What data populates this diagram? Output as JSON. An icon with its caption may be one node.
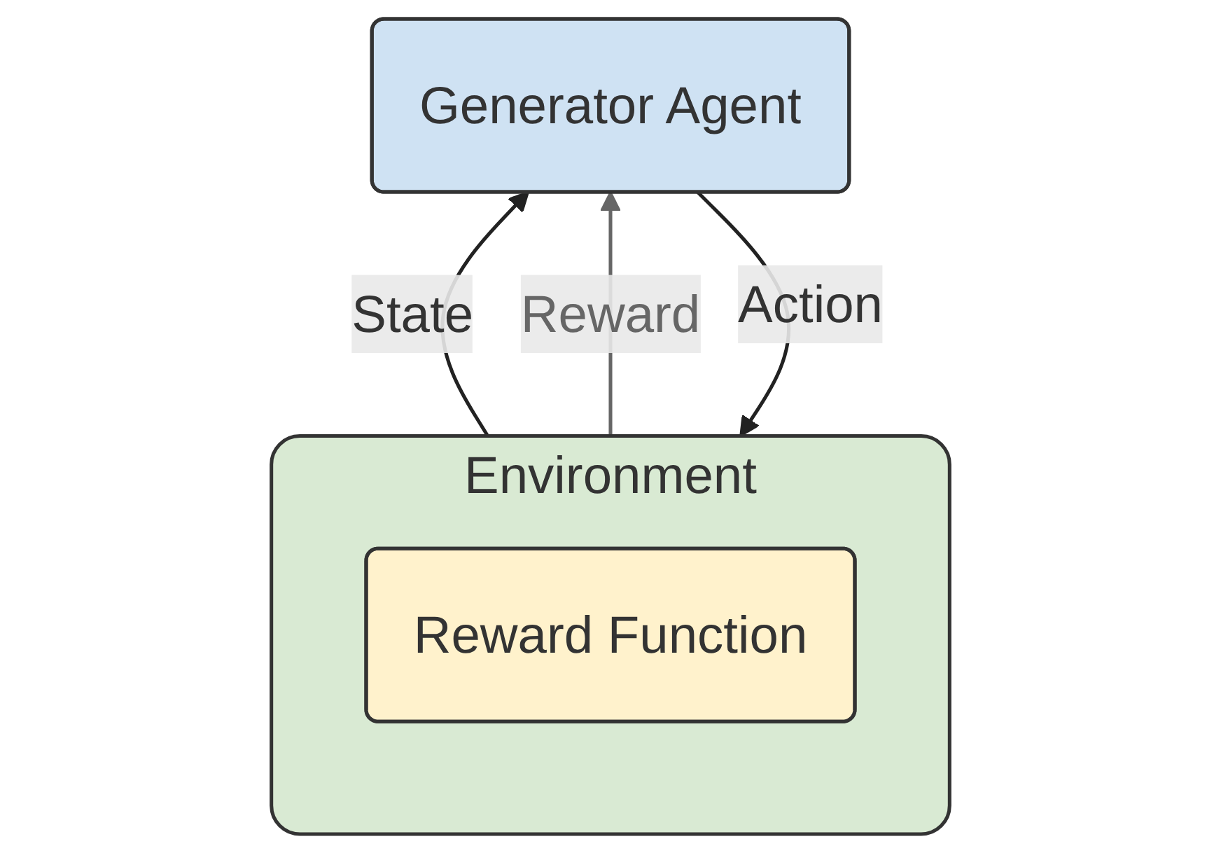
{
  "diagram": {
    "nodes": [
      {
        "text": [
          "Generator Agent"
        ]
      },
      {
        "text": [
          "Environment"
        ]
      },
      {
        "text": [
          "Reward Function"
        ],
        "in": 1
      }
    ],
    "edges": [
      {
        "from": 1,
        "to": 0,
        "arrow": "to",
        "label": "State"
      },
      {
        "from": 1,
        "to": 0,
        "arrow": "to",
        "label": "Reward",
        "color": "#666666"
      },
      {
        "from": 0,
        "to": 1,
        "arrow": "to",
        "label": "Action"
      }
    ]
  }
}
